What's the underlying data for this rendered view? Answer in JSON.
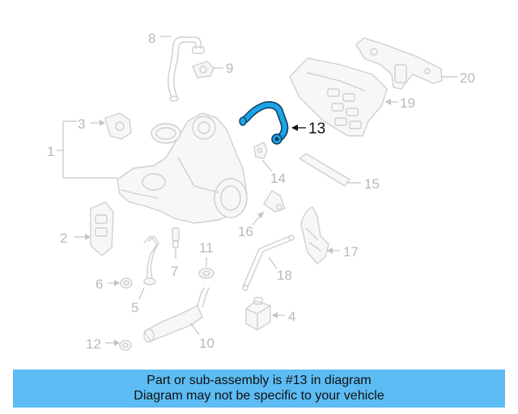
{
  "diagram": {
    "highlight_color": "#1fa3e8",
    "labels": {
      "l1": "1",
      "l2": "2",
      "l3": "3",
      "l4": "4",
      "l5": "5",
      "l6": "6",
      "l7": "7",
      "l8": "8",
      "l9": "9",
      "l10": "10",
      "l11": "11",
      "l12": "12",
      "l13": "13",
      "l14": "14",
      "l15": "15",
      "l16": "16",
      "l17": "17",
      "l18": "18",
      "l19": "19",
      "l20": "20"
    }
  },
  "banner": {
    "line1": "Part or sub-assembly is #13 in diagram",
    "line2": "Diagram may not be specific to your vehicle",
    "background": "#5cbcf3"
  }
}
